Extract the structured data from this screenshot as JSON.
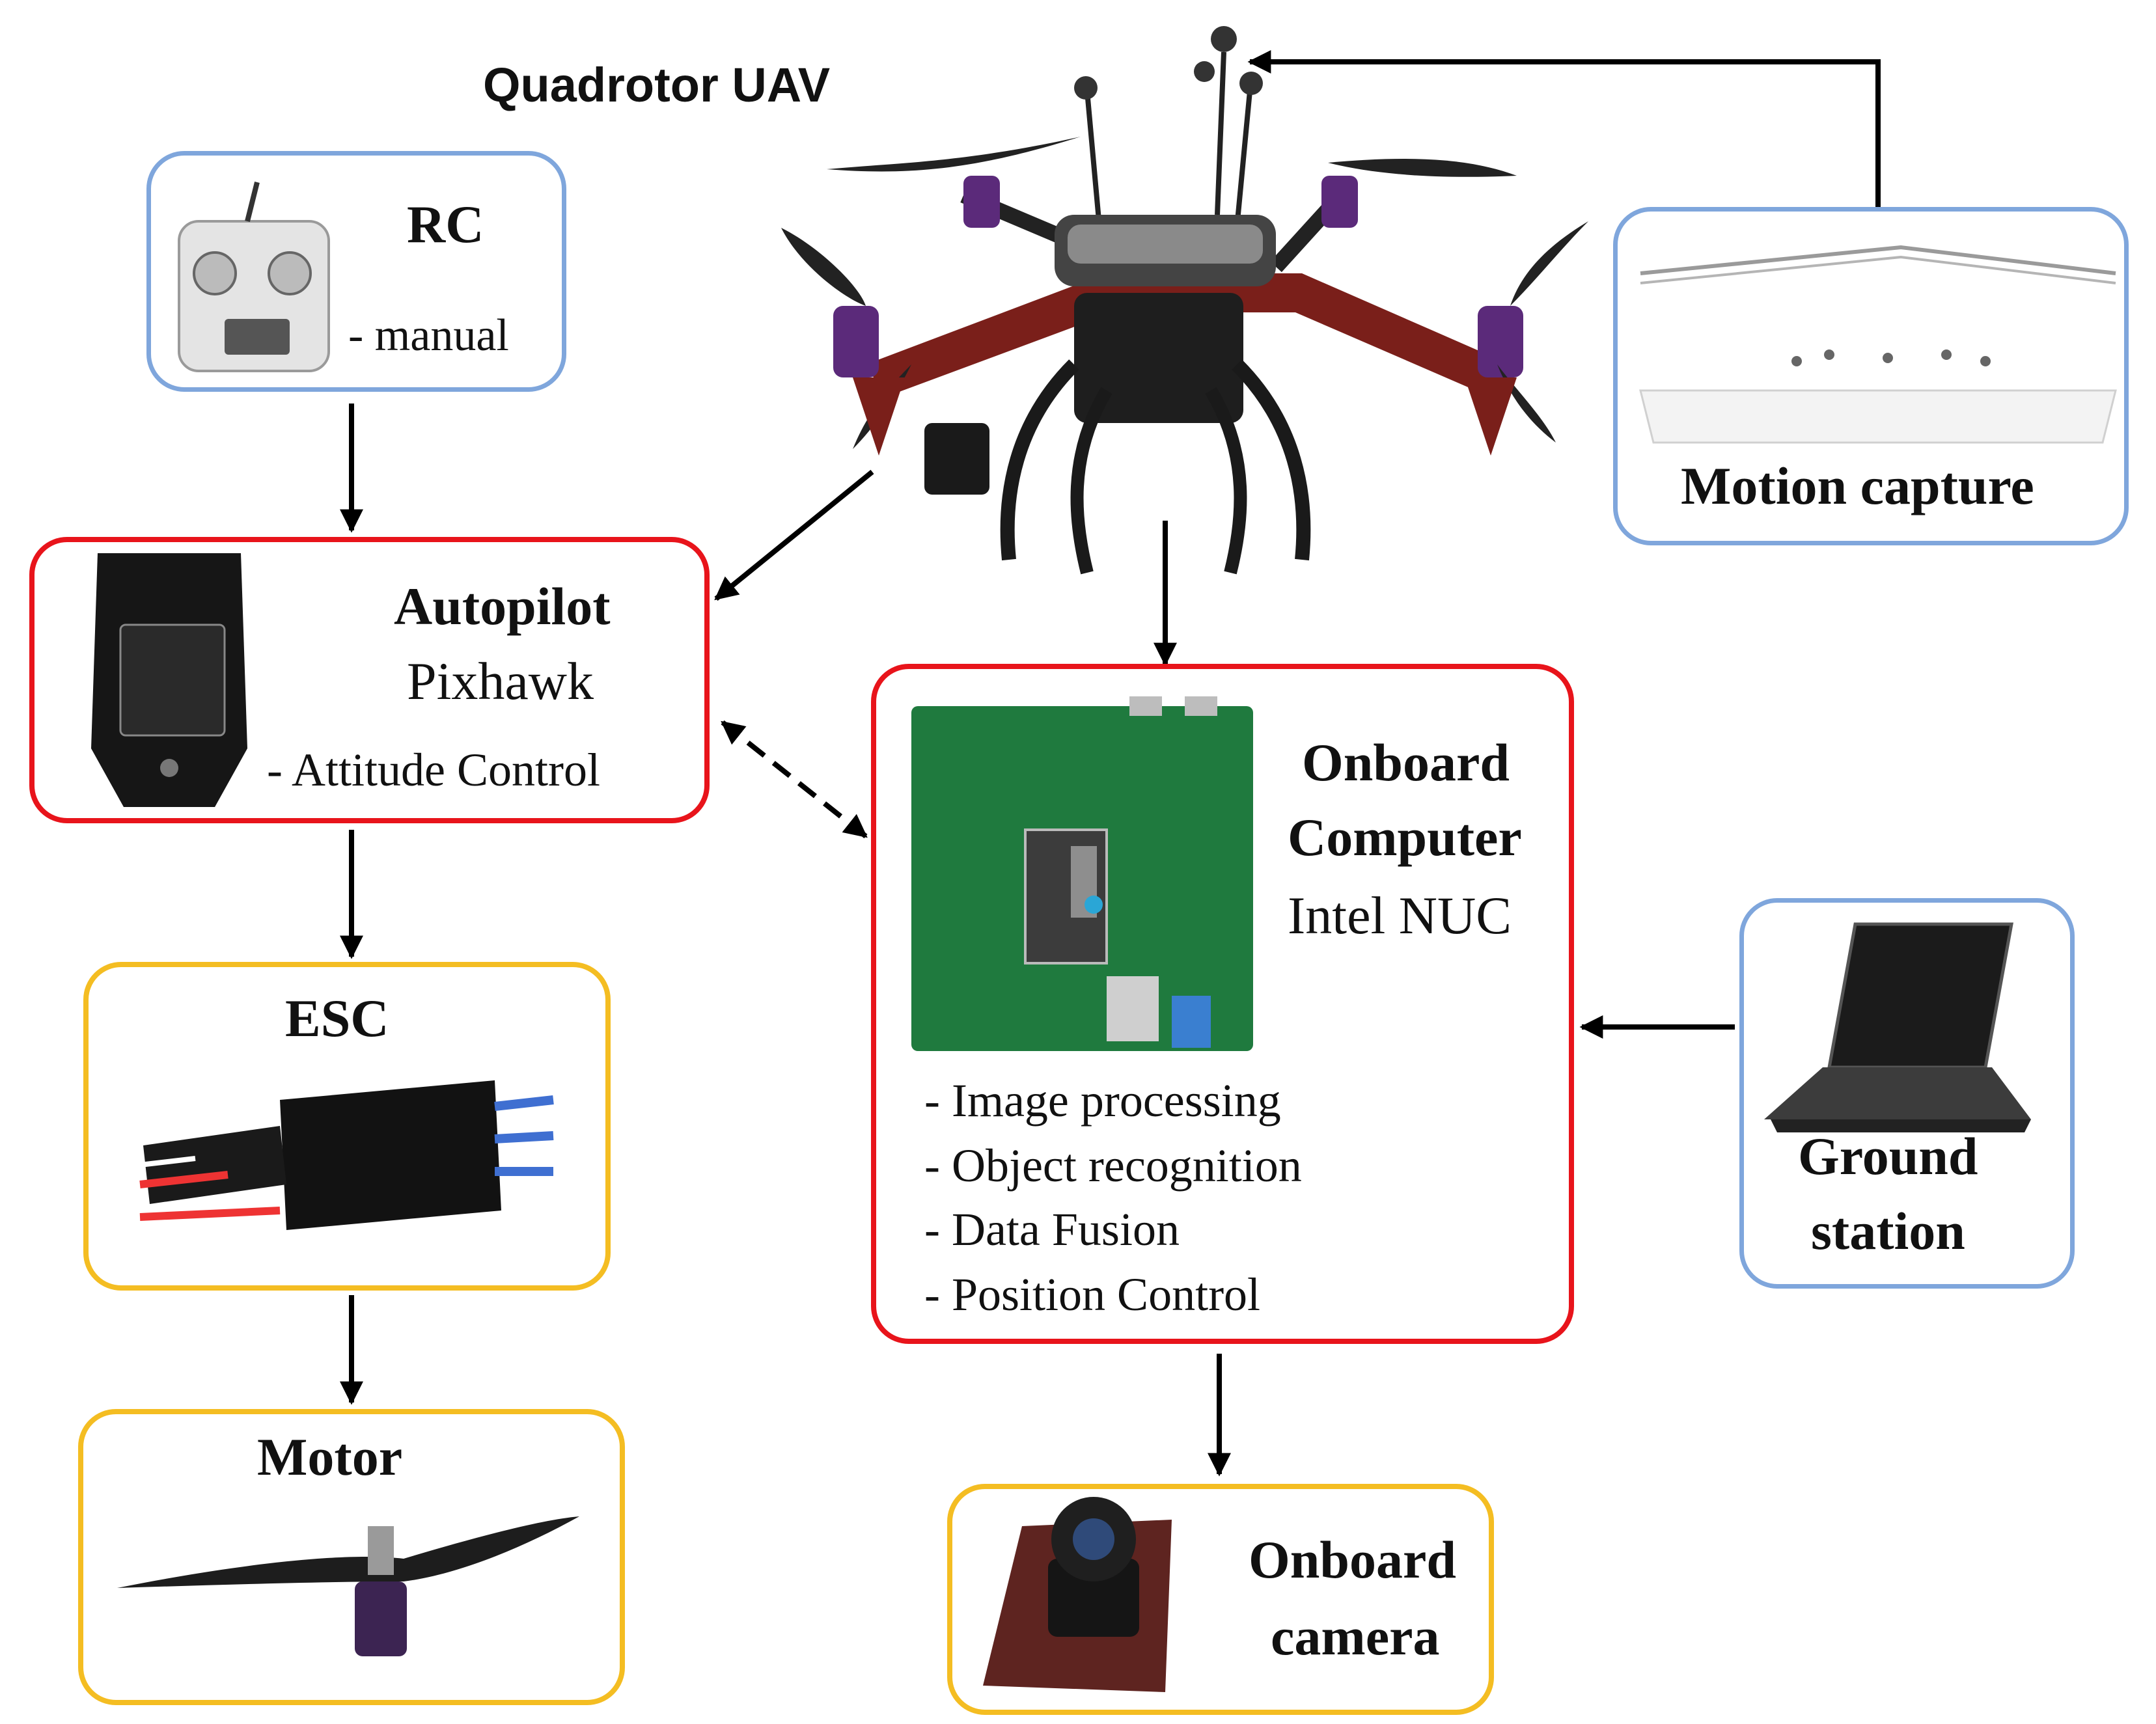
{
  "uav": {
    "title": "Quadrotor UAV"
  },
  "rc": {
    "title": "RC",
    "desc": "- manual"
  },
  "motion_capture": {
    "title": "Motion  capture"
  },
  "autopilot": {
    "title": "Autopilot",
    "subtitle": "Pixhawk",
    "desc": "- Attitude  Control"
  },
  "esc": {
    "title": "ESC"
  },
  "motor": {
    "title": "Motor"
  },
  "onboard_computer": {
    "title_line1": "Onboard",
    "title_line2": "Computer",
    "subtitle": "Intel  NUC",
    "tasks": [
      "- Image  processing",
      "- Object recognition",
      "- Data Fusion",
      "- Position Control"
    ]
  },
  "ground_station": {
    "title_line1": "Ground",
    "title_line2": "station"
  },
  "onboard_camera": {
    "title_line1": "Onboard",
    "title_line2": "camera"
  },
  "colors": {
    "onboard_module": "#e8141b",
    "external_module": "#7fa6dc",
    "actuator_module": "#f4bd22"
  },
  "icons": [
    "rc-transmitter-icon",
    "pixhawk-icon",
    "esc-icon",
    "motor-propeller-icon",
    "motherboard-icon",
    "laptop-icon",
    "camera-module-icon",
    "motion-capture-icon",
    "quadrotor-icon"
  ]
}
